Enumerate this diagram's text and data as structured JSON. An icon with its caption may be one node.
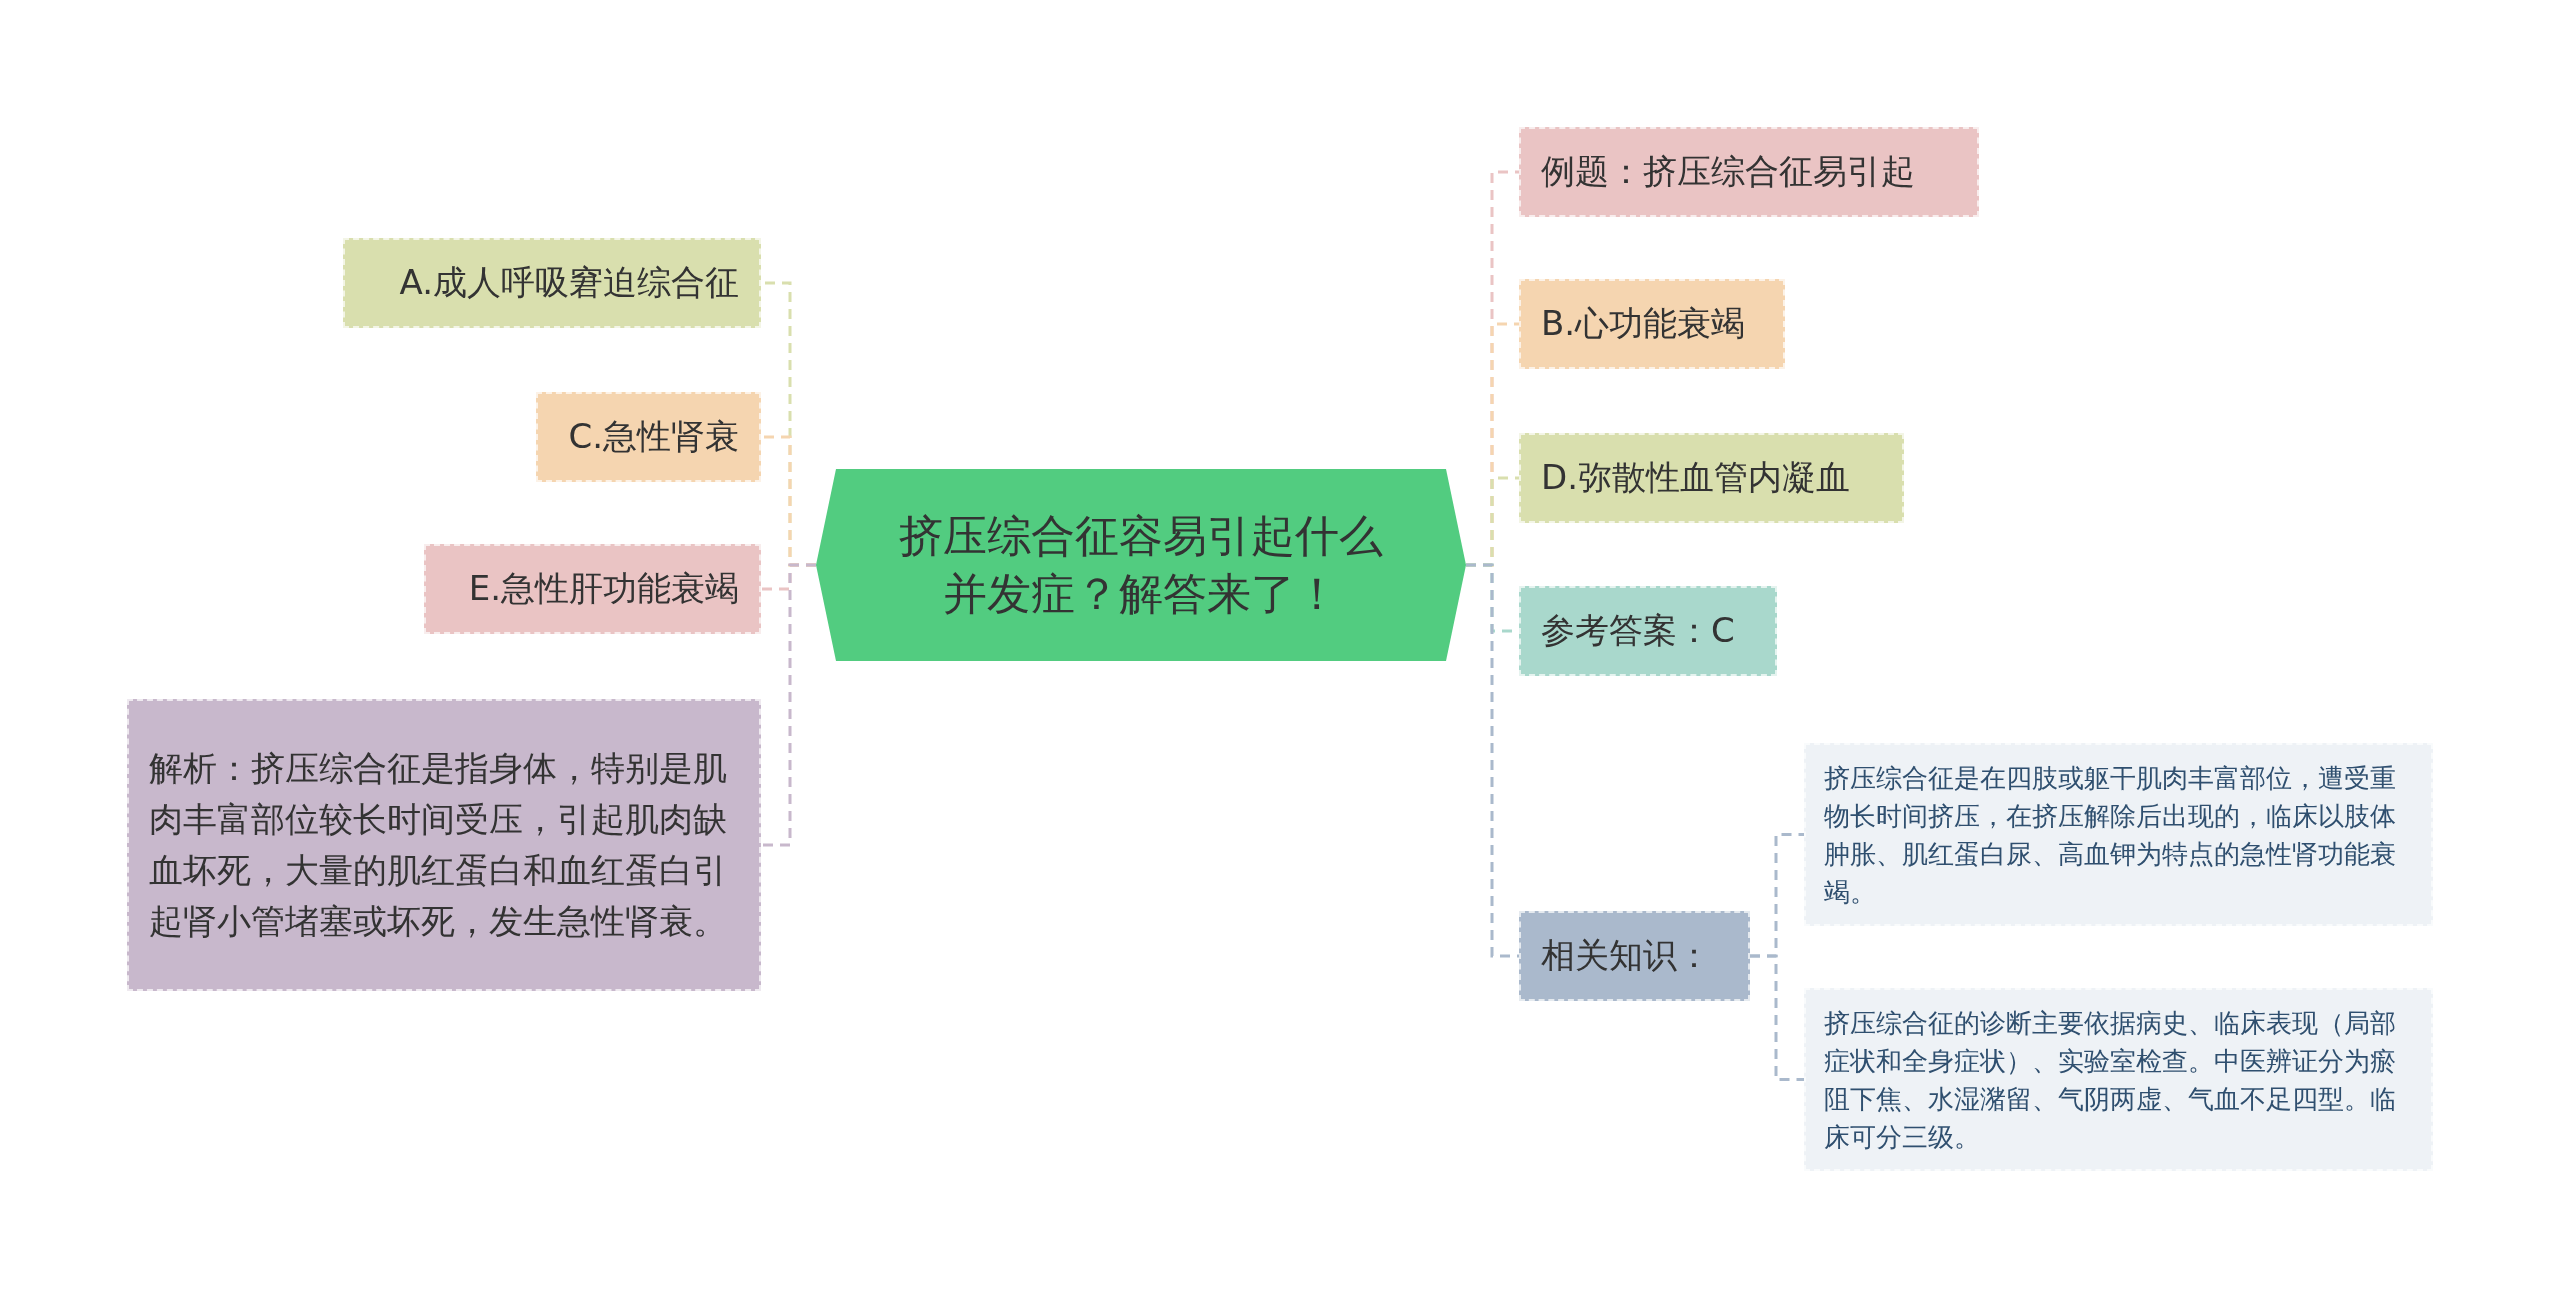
{
  "diagram": {
    "nodes": [
      {
        "text": [
          "挤压综合征容易引起什么并发症？解答来了！"
        ]
      },
      {
        "text": [
          "A.成人呼吸窘迫综合征"
        ]
      },
      {
        "text": [
          "C.急性肾衰"
        ]
      },
      {
        "text": [
          "E.急性肝功能衰竭"
        ]
      },
      {
        "text": [
          "解析：挤压综合征是指身体，特别是肌肉丰富部位较长时间受压，引起肌肉缺血坏死，大量的肌红蛋白和血红蛋白引起肾小管堵塞或坏死，发生急性肾衰。"
        ]
      },
      {
        "text": [
          "例题：挤压综合征易引起"
        ]
      },
      {
        "text": [
          "B.心功能衰竭"
        ]
      },
      {
        "text": [
          "D.弥散性血管内凝血"
        ]
      },
      {
        "text": [
          "参考答案：C"
        ]
      },
      {
        "text": [
          "相关知识："
        ]
      },
      {
        "text": [
          "挤压综合征是在四肢或躯干肌肉丰富部位，遭受重物长时间挤压，在挤压解除后出现的，临床以肢体肿胀、肌红蛋白尿、高血钾为特点的急性肾功能衰竭。"
        ]
      },
      {
        "text": [
          "挤压综合征的诊断主要依据病史、临床表现（局部症状和全身症状）、实验室检查。中医辨证分为瘀阻下焦、水湿潴留、气阴两虚、气血不足四型。临床可分三级。"
        ]
      }
    ],
    "edges": [
      {
        "from": 0,
        "to": 1,
        "arrow": "none",
        "style": "dashed",
        "color": "#d9dfae"
      },
      {
        "from": 0,
        "to": 2,
        "arrow": "none",
        "style": "dashed",
        "color": "#f5d5b0"
      },
      {
        "from": 0,
        "to": 3,
        "arrow": "none",
        "style": "dashed",
        "color": "#eac4c4"
      },
      {
        "from": 0,
        "to": 4,
        "arrow": "none",
        "style": "dashed",
        "color": "#c8b8cc"
      },
      {
        "from": 0,
        "to": 5,
        "arrow": "none",
        "style": "dashed",
        "color": "#eac4c4"
      },
      {
        "from": 0,
        "to": 6,
        "arrow": "none",
        "style": "dashed",
        "color": "#f5d5b0"
      },
      {
        "from": 0,
        "to": 7,
        "arrow": "none",
        "style": "dashed",
        "color": "#d9dfae"
      },
      {
        "from": 0,
        "to": 8,
        "arrow": "none",
        "style": "dashed",
        "color": "#a9d8cc"
      },
      {
        "from": 0,
        "to": 9,
        "arrow": "none",
        "style": "dashed",
        "color": "#aab9cc"
      },
      {
        "from": 9,
        "to": 10,
        "arrow": "none",
        "style": "dashed",
        "color": "#aab9cc"
      },
      {
        "from": 9,
        "to": 11,
        "arrow": "none",
        "style": "dashed",
        "color": "#aab9cc"
      }
    ]
  }
}
